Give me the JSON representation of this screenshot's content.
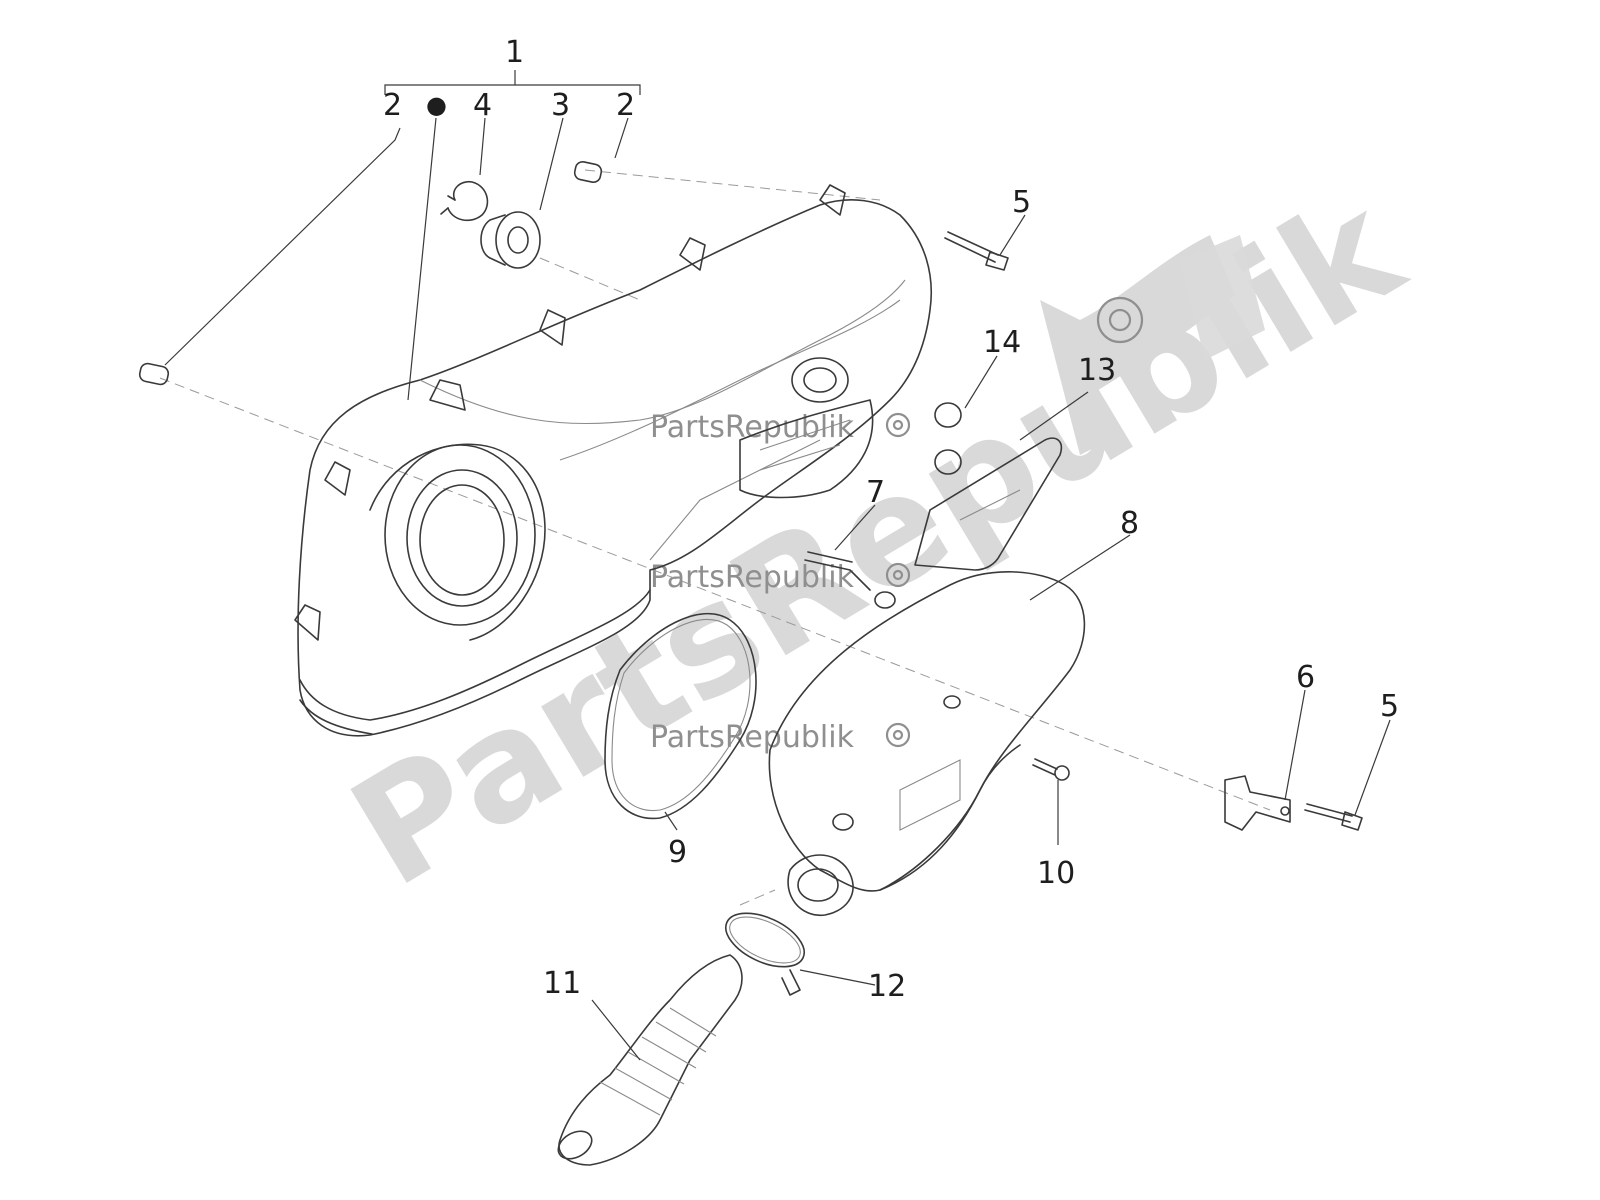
{
  "diagram": {
    "callouts": [
      "1",
      "2",
      "2",
      "3",
      "4",
      "5",
      "5",
      "6",
      "7",
      "8",
      "9",
      "10",
      "11",
      "12",
      "13",
      "14"
    ],
    "bullet_marker": "●"
  },
  "watermark": {
    "big_text": "PartsRepublik",
    "small_text": "PartsRepublik",
    "logo_icon": "gear-flag-icon",
    "color": "#d9d9d9"
  },
  "colors": {
    "line": "#3a3a3a",
    "label": "#1e1e1e",
    "watermark": "#d9d9d9"
  }
}
